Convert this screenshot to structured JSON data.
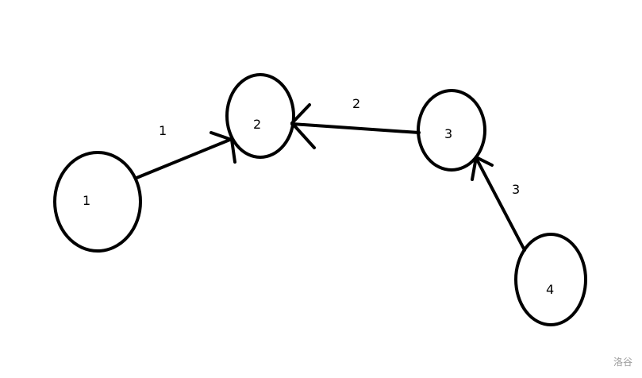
{
  "nodes": [
    {
      "id": "1",
      "label": "1"
    },
    {
      "id": "2",
      "label": "2"
    },
    {
      "id": "3",
      "label": "3"
    },
    {
      "id": "4",
      "label": "4"
    }
  ],
  "edges": [
    {
      "from": "1",
      "to": "2",
      "weight": "1"
    },
    {
      "from": "3",
      "to": "2",
      "weight": "2"
    },
    {
      "from": "4",
      "to": "3",
      "weight": "3"
    }
  ],
  "watermark": "洛谷"
}
